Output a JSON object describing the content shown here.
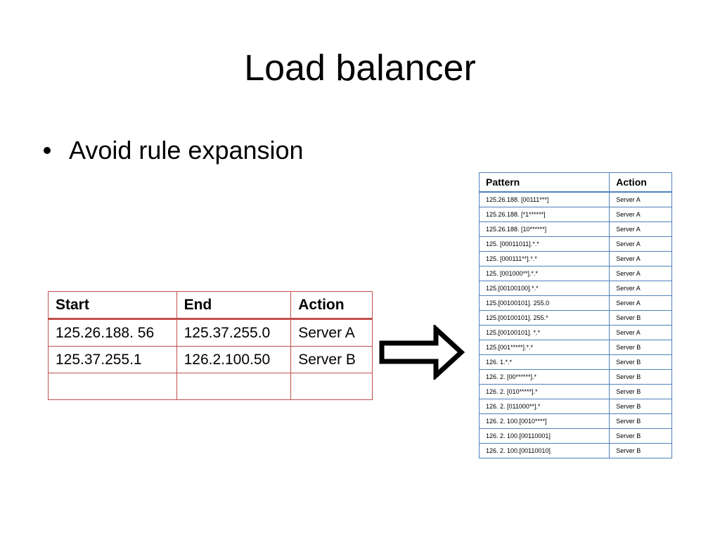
{
  "slide": {
    "title": "Load balancer",
    "bullet": "Avoid rule expansion"
  },
  "range_table": {
    "headers": [
      "Start",
      "End",
      "Action"
    ],
    "rows": [
      [
        "125.26.188. 56",
        "125.37.255.0",
        "Server A"
      ],
      [
        "125.37.255.1",
        "126.2.100.50",
        "Server B"
      ],
      [
        "",
        "",
        ""
      ]
    ]
  },
  "pattern_table": {
    "headers": [
      "Pattern",
      "Action"
    ],
    "rows": [
      [
        "125.26.188. [00111***]",
        "Server A"
      ],
      [
        "125.26.188. [*1******]",
        "Server A"
      ],
      [
        "125.26.188. [10******]",
        "Server A"
      ],
      [
        "125. [00011011].*.*",
        "Server A"
      ],
      [
        "125. [000111**].*.*",
        "Server A"
      ],
      [
        "125. [001000**].*.*",
        "Server A"
      ],
      [
        "125.[00100100].*.*",
        "Server A"
      ],
      [
        "125.[00100101]. 255.0",
        "Server A"
      ],
      [
        "125.[00100101]. 255.*",
        "Server B"
      ],
      [
        "125.[00100101]. *.*",
        "Server A"
      ],
      [
        "125.[001*****].*.*",
        "Server B"
      ],
      [
        "126. 1.*.*",
        "Server B"
      ],
      [
        "126. 2. [00******].*",
        "Server B"
      ],
      [
        "126. 2. [010*****].*",
        "Server B"
      ],
      [
        "126. 2. [011000**].*",
        "Server B"
      ],
      [
        "126. 2. 100.[0010****]",
        "Server B"
      ],
      [
        "126. 2. 100.[00110001]",
        "Server B"
      ],
      [
        "126. 2. 100.[00110010]",
        "Server B"
      ]
    ]
  },
  "colors": {
    "range_border": "#c0504d",
    "pattern_border": "#4f81bd"
  },
  "icons": {
    "arrow": "right-arrow-icon"
  }
}
